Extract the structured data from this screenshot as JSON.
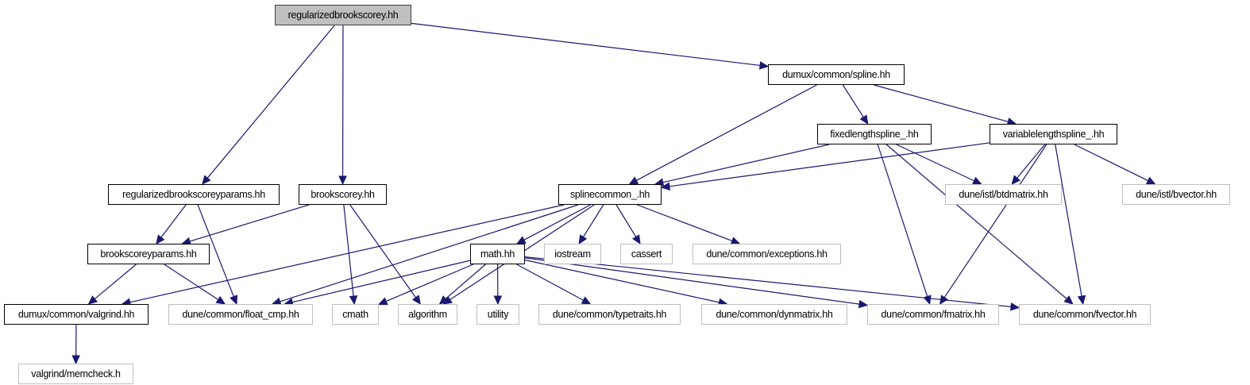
{
  "colors": {
    "edge": "#191970",
    "root_fill": "#bfbfbf",
    "external_border": "#bfbfbf",
    "internal_border": "#000000"
  },
  "nodes": [
    {
      "id": "rbc",
      "label": "regularizedbrookscorey.hh",
      "kind": "root"
    },
    {
      "id": "rbcp",
      "label": "regularizedbrookscoreyparams.hh",
      "kind": "internal"
    },
    {
      "id": "bc",
      "label": "brookscorey.hh",
      "kind": "internal"
    },
    {
      "id": "bcp",
      "label": "brookscoreyparams.hh",
      "kind": "internal"
    },
    {
      "id": "valgrind",
      "label": "dumux/common/valgrind.hh",
      "kind": "internal"
    },
    {
      "id": "memcheck",
      "label": "valgrind/memcheck.h",
      "kind": "external"
    },
    {
      "id": "floatcmp",
      "label": "dune/common/float_cmp.hh",
      "kind": "external"
    },
    {
      "id": "cmath",
      "label": "cmath",
      "kind": "external"
    },
    {
      "id": "algorithm",
      "label": "algorithm",
      "kind": "external"
    },
    {
      "id": "utility",
      "label": "utility",
      "kind": "external"
    },
    {
      "id": "typetraits",
      "label": "dune/common/typetraits.hh",
      "kind": "external"
    },
    {
      "id": "dynmatrix",
      "label": "dune/common/dynmatrix.hh",
      "kind": "external"
    },
    {
      "id": "fmatrix",
      "label": "dune/common/fmatrix.hh",
      "kind": "external"
    },
    {
      "id": "fvector",
      "label": "dune/common/fvector.hh",
      "kind": "external"
    },
    {
      "id": "spline",
      "label": "dumux/common/spline.hh",
      "kind": "internal"
    },
    {
      "id": "fixed",
      "label": "fixedlengthspline_.hh",
      "kind": "internal"
    },
    {
      "id": "variable",
      "label": "variablelengthspline_.hh",
      "kind": "internal"
    },
    {
      "id": "splinecommon",
      "label": "splinecommon_.hh",
      "kind": "internal"
    },
    {
      "id": "math",
      "label": "math.hh",
      "kind": "internal"
    },
    {
      "id": "iostream",
      "label": "iostream",
      "kind": "external"
    },
    {
      "id": "cassert",
      "label": "cassert",
      "kind": "external"
    },
    {
      "id": "exceptions",
      "label": "dune/common/exceptions.hh",
      "kind": "external"
    },
    {
      "id": "btdmatrix",
      "label": "dune/istl/btdmatrix.hh",
      "kind": "external"
    },
    {
      "id": "bvector",
      "label": "dune/istl/bvector.hh",
      "kind": "external"
    }
  ],
  "edges": [
    [
      "rbc",
      "rbcp"
    ],
    [
      "rbc",
      "bc"
    ],
    [
      "rbc",
      "spline"
    ],
    [
      "rbcp",
      "bcp"
    ],
    [
      "rbcp",
      "floatcmp"
    ],
    [
      "bc",
      "bcp"
    ],
    [
      "bc",
      "cmath"
    ],
    [
      "bc",
      "algorithm"
    ],
    [
      "bcp",
      "valgrind"
    ],
    [
      "bcp",
      "floatcmp"
    ],
    [
      "valgrind",
      "memcheck"
    ],
    [
      "spline",
      "splinecommon"
    ],
    [
      "spline",
      "fixed"
    ],
    [
      "spline",
      "variable"
    ],
    [
      "fixed",
      "splinecommon"
    ],
    [
      "fixed",
      "btdmatrix"
    ],
    [
      "fixed",
      "fmatrix"
    ],
    [
      "fixed",
      "fvector"
    ],
    [
      "variable",
      "splinecommon"
    ],
    [
      "variable",
      "btdmatrix"
    ],
    [
      "variable",
      "fmatrix"
    ],
    [
      "variable",
      "bvector"
    ],
    [
      "variable",
      "fvector"
    ],
    [
      "splinecommon",
      "valgrind"
    ],
    [
      "splinecommon",
      "floatcmp"
    ],
    [
      "splinecommon",
      "algorithm"
    ],
    [
      "splinecommon",
      "math"
    ],
    [
      "splinecommon",
      "iostream"
    ],
    [
      "splinecommon",
      "cassert"
    ],
    [
      "splinecommon",
      "exceptions"
    ],
    [
      "math",
      "floatcmp"
    ],
    [
      "math",
      "cmath"
    ],
    [
      "math",
      "algorithm"
    ],
    [
      "math",
      "utility"
    ],
    [
      "math",
      "typetraits"
    ],
    [
      "math",
      "dynmatrix"
    ],
    [
      "math",
      "fmatrix"
    ],
    [
      "math",
      "fvector"
    ]
  ]
}
